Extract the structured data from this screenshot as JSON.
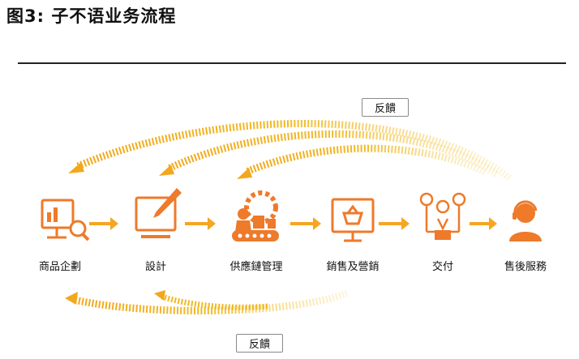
{
  "title": "图3:  子不语业务流程",
  "steps": [
    {
      "label": "商品企劃",
      "icon": "product-planning-icon"
    },
    {
      "label": "設計",
      "icon": "design-tablet-icon"
    },
    {
      "label": "供應鏈管理",
      "icon": "supply-chain-icon"
    },
    {
      "label": "銷售及營銷",
      "icon": "online-shop-icon"
    },
    {
      "label": "交付",
      "icon": "delivery-location-icon"
    },
    {
      "label": "售後服務",
      "icon": "customer-service-icon"
    }
  ],
  "feedback_top": "反饋",
  "feedback_bottom": "反饋",
  "colors": {
    "accent": "#EE7A2A",
    "arrow_dots": "#F5A623",
    "feedback_gold": "#F2B820"
  }
}
